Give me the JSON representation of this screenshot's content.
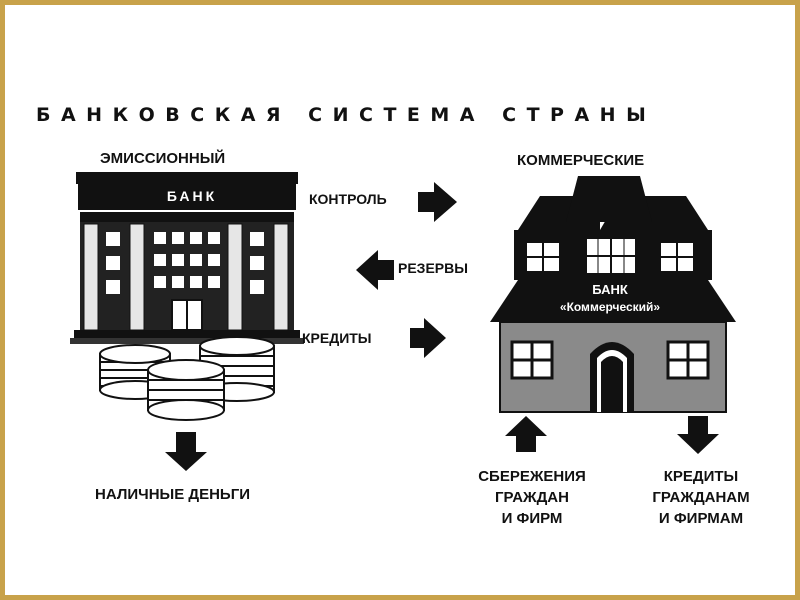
{
  "title": "БАНКОВСКАЯ СИСТЕМА СТРАНЫ",
  "emission_bank": {
    "label": "ЭМИССИОННЫЙ",
    "sign": "БАНК"
  },
  "commercial_bank": {
    "label": "КОММЕРЧЕСКИЕ",
    "sign_line1": "БАНК",
    "sign_line2": "«Коммерческий»"
  },
  "flows": {
    "control": "КОНТРОЛЬ",
    "reserves": "РЕЗЕРВЫ",
    "credits": "КРЕДИТЫ"
  },
  "cash_money": "НАЛИЧНЫЕ ДЕНЬГИ",
  "savings": [
    "СБЕРЕЖЕНИЯ",
    "ГРАЖДАН",
    "И ФИРМ"
  ],
  "citizen_loans": [
    "КРЕДИТЫ",
    "ГРАЖДАНАМ",
    "И ФИРМАМ"
  ],
  "colors": {
    "frame": "#c8a24a",
    "ink": "#111111",
    "roof": "#2a2a2a",
    "wall": "#8a8a8a"
  }
}
